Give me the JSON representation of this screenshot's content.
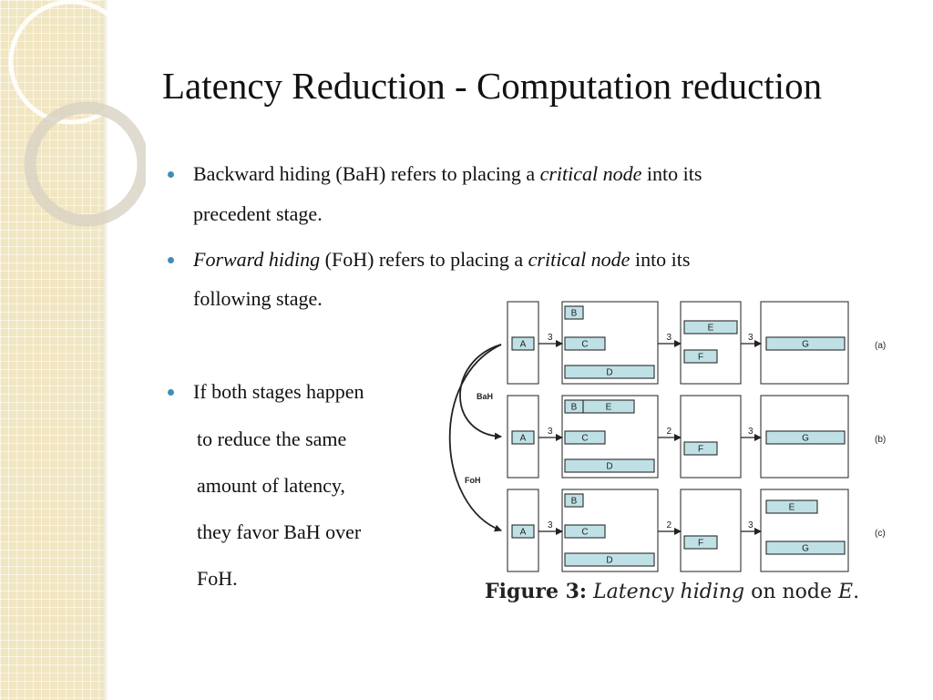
{
  "slide": {
    "title": "Latency Reduction - Computation reduction",
    "bullets": [
      {
        "p1": "Backward hiding (BaH) refers to placing a ",
        "em1": "critical node",
        "p2": " into its",
        "line2": "precedent stage."
      },
      {
        "em0": "Forward hiding",
        "p1": " (FoH) refers to placing a ",
        "em1": "critical node",
        "p2": " into its",
        "line2": "following stage."
      },
      {
        "lines": [
          "If both stages happen",
          "to reduce the same",
          "amount of latency,",
          "they favor BaH over",
          "FoH."
        ]
      }
    ]
  },
  "figure": {
    "caption_label": "Figure 3:",
    "caption_emph": "Latency hiding",
    "caption_mid": " on node ",
    "caption_var": "E",
    "caption_end": ".",
    "arrow_labels": {
      "bah": "BaH",
      "foh": "FoH"
    },
    "rows": [
      {
        "tag": "(a)",
        "edge_labels": [
          "3",
          "3",
          "3"
        ],
        "stage1": [
          "A"
        ],
        "stage2": [
          "B",
          "C",
          "D"
        ],
        "stage3": [
          "E",
          "F"
        ],
        "stage4": [
          "G"
        ]
      },
      {
        "tag": "(b)",
        "edge_labels": [
          "3",
          "2",
          "3"
        ],
        "stage1": [
          "A"
        ],
        "stage2": [
          "B",
          "E",
          "C",
          "D"
        ],
        "stage3": [
          "F"
        ],
        "stage4": [
          "G"
        ]
      },
      {
        "tag": "(c)",
        "edge_labels": [
          "3",
          "2",
          "3"
        ],
        "stage1": [
          "A"
        ],
        "stage2": [
          "B",
          "C",
          "D"
        ],
        "stage3": [
          "F"
        ],
        "stage4": [
          "E",
          "G"
        ]
      }
    ],
    "colors": {
      "node_fill": "#bfe1e6",
      "node_stroke": "#2a2a2a",
      "accent": "#3d8fb4"
    }
  }
}
